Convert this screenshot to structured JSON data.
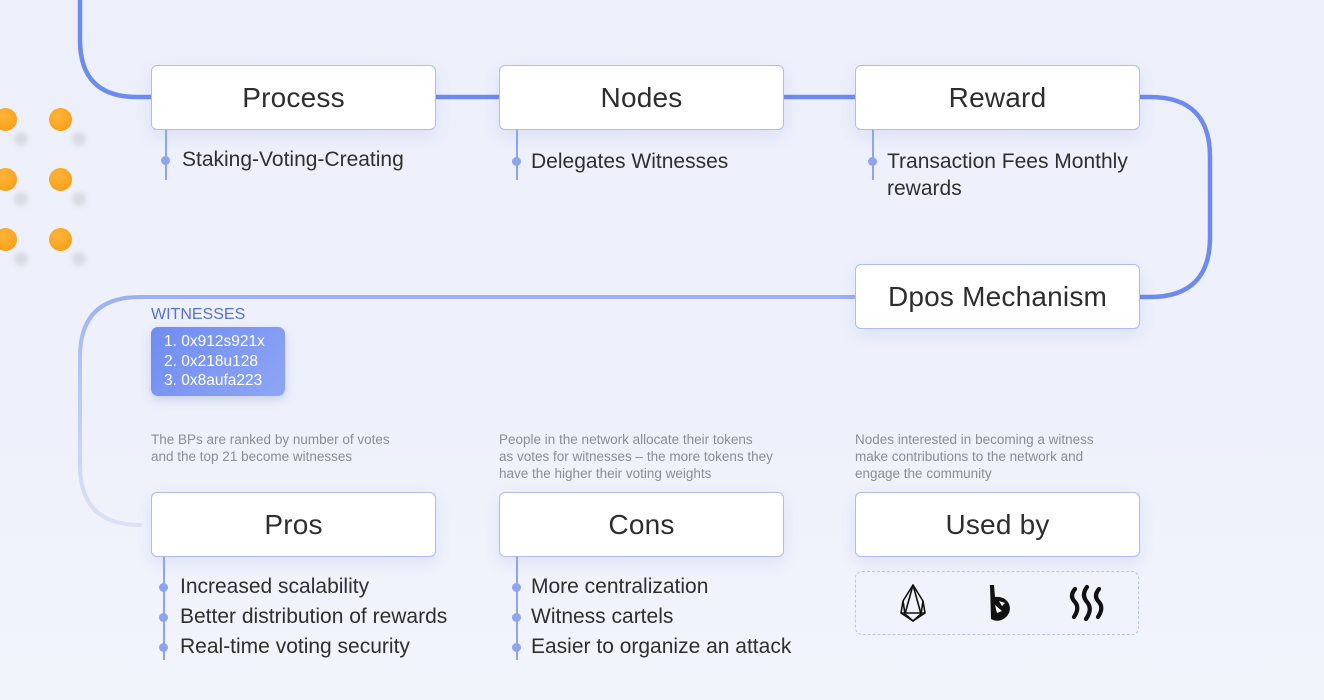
{
  "colors": {
    "accent": "#6f8cf0",
    "dot": "#f7a21b",
    "node_border": "#aebcf0",
    "text": "#2e2e2e"
  },
  "nodes": {
    "process": "Process",
    "nodes": "Nodes",
    "reward": "Reward",
    "dpos": "Dpos Mechanism",
    "pros": "Pros",
    "cons": "Cons",
    "used_by": "Used by"
  },
  "details": {
    "process": [
      "Staking-Voting-Creating"
    ],
    "nodes": [
      "Delegates Witnesses"
    ],
    "reward": [
      "Transaction Fees Monthly",
      "rewards"
    ],
    "pros": [
      "Increased scalability",
      "Better distribution of rewards",
      "Real-time voting security"
    ],
    "cons": [
      "More centralization",
      "Witness cartels",
      "Easier to organize an attack"
    ]
  },
  "witnesses": {
    "label": "WITNESSES",
    "items": [
      "1. 0x912s921x",
      "2. 0x218u128",
      "3. 0x8aufa223"
    ]
  },
  "notes": {
    "pros": [
      "The BPs are ranked by number of  votes",
      "and the top 21 become witnesses"
    ],
    "cons": [
      "People in the network allocate their tokens",
      "as votes for witnesses – the  more tokens they",
      "have the higher  their voting weights"
    ],
    "used_by": [
      "Nodes interested in becoming a witness",
      "make contributions to the network and",
      "engage the community"
    ]
  },
  "used_by_logos": [
    "eos-icon",
    "bitshares-icon",
    "steem-icon"
  ]
}
